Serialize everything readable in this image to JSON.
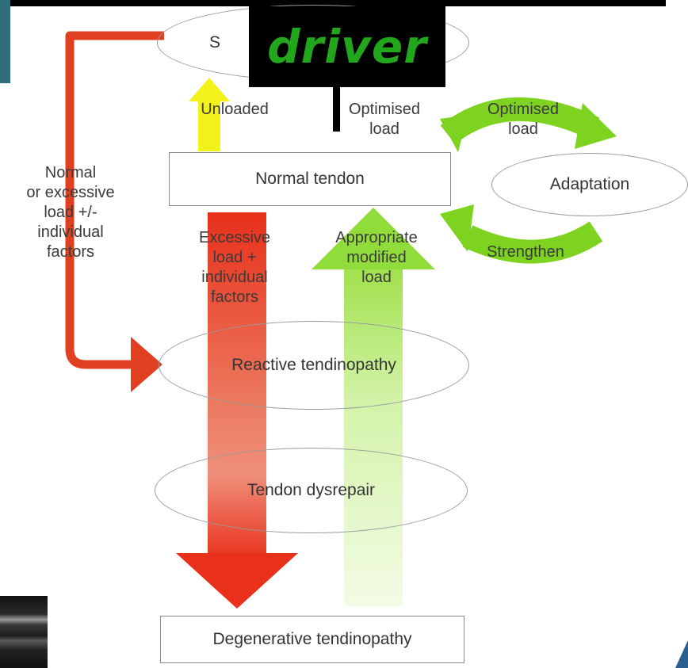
{
  "overlay": {
    "driver_label": "driver",
    "driver_text_color": "#22a61c",
    "driver_bg_color": "#000000"
  },
  "diagram": {
    "top_ellipse_label": "S",
    "normal_tendon": "Normal tendon",
    "adaptation": "Adaptation",
    "reactive": "Reactive tendinopathy",
    "dysrepair": "Tendon dysrepair",
    "degenerative": "Degenerative tendinopathy",
    "unloaded": "Unloaded",
    "optimised_load_center": "Optimised\nload",
    "optimised_load_right": "Optimised\nload",
    "strengthen": "Strengthen",
    "left_side": "Normal\nor excessive\nload +/-\nindividual\nfactors",
    "excessive": "Excessive\nload +\nindividual\nfactors",
    "appropriate": "Appropriate\nmodified\nload"
  },
  "colors": {
    "red_arrow": "#e8301a",
    "red_side": "#e0401f",
    "yellow_arrow": "#f2f21a",
    "green_arrow": "#7ed321",
    "light_green": "#ddf7b8",
    "teal_accent": "#2f6f7c"
  }
}
